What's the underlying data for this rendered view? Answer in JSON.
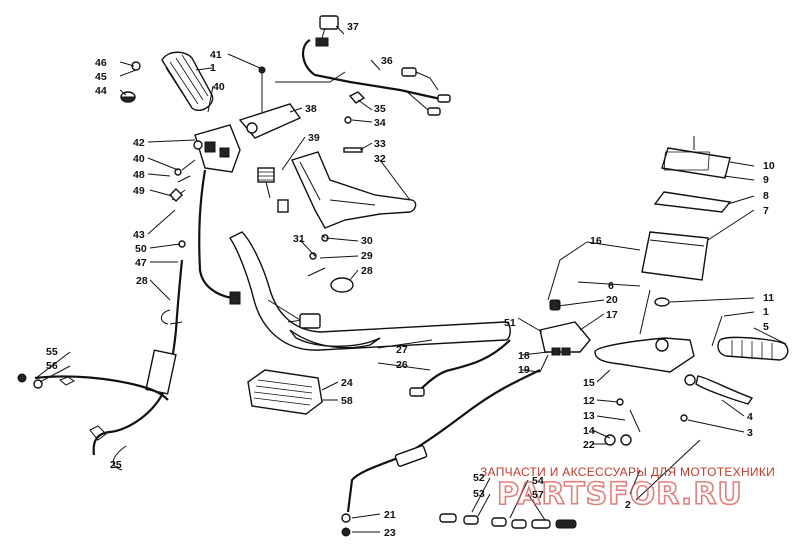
{
  "callouts": [
    "1",
    "2",
    "3",
    "4",
    "5",
    "6",
    "7",
    "8",
    "9",
    "10",
    "11",
    "12",
    "13",
    "14",
    "15",
    "16",
    "17",
    "18",
    "19",
    "20",
    "21",
    "22",
    "23",
    "24",
    "25",
    "26",
    "27",
    "28",
    "29",
    "30",
    "31",
    "32",
    "33",
    "34",
    "35",
    "36",
    "37",
    "38",
    "39",
    "40",
    "41",
    "42",
    "43",
    "44",
    "45",
    "46",
    "47",
    "48",
    "49",
    "50",
    "51",
    "52",
    "53",
    "54",
    "55",
    "56",
    "57",
    "58"
  ],
  "watermark": {
    "text": "ЗАПЧАСТИ И АКСЕССУАРЫ ДЛЯ МОТОТЕХНИКИ",
    "logo": "PARTSFOR.RU"
  },
  "colors": {
    "ink": "#111111",
    "watermark": "#c0392b",
    "background": "#ffffff"
  }
}
